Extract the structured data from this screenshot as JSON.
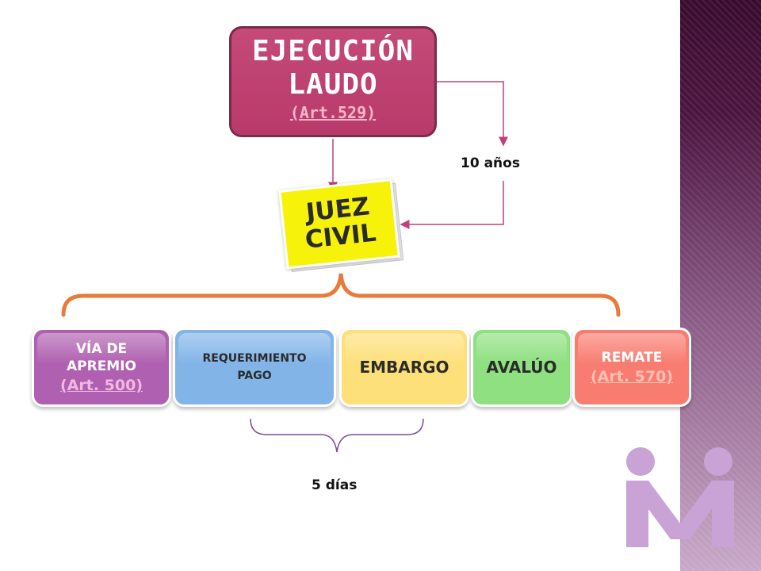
{
  "main": {
    "title_line1": "EJECUCIÓN",
    "title_line2": "LAUDO",
    "ref": "(Art.529)"
  },
  "time_limit": "10 años",
  "court": {
    "line1": "JUEZ",
    "line2": "CIVIL"
  },
  "steps": [
    {
      "label": "VÍA DE APREMIO",
      "ref": "(Art. 500)"
    },
    {
      "label": "REQUERIMIENTO PAGO",
      "ref": ""
    },
    {
      "label": "EMBARGO",
      "ref": ""
    },
    {
      "label": "AVALÚO",
      "ref": ""
    },
    {
      "label": "REMATE",
      "ref": "(Art. 570)"
    }
  ],
  "duration": "5 días",
  "colors": {
    "main_box": "#b83a6a",
    "court_box": "#f7f20a",
    "step1": "#b060b0",
    "step2": "#82b4e8",
    "step3": "#fde07a",
    "step4": "#8ee080",
    "step5": "#f87c70",
    "connector": "#c0407a",
    "brace_top": "#e87a3a",
    "brace_bottom": "#7a4aa0",
    "side_panel": "#4b1540"
  }
}
